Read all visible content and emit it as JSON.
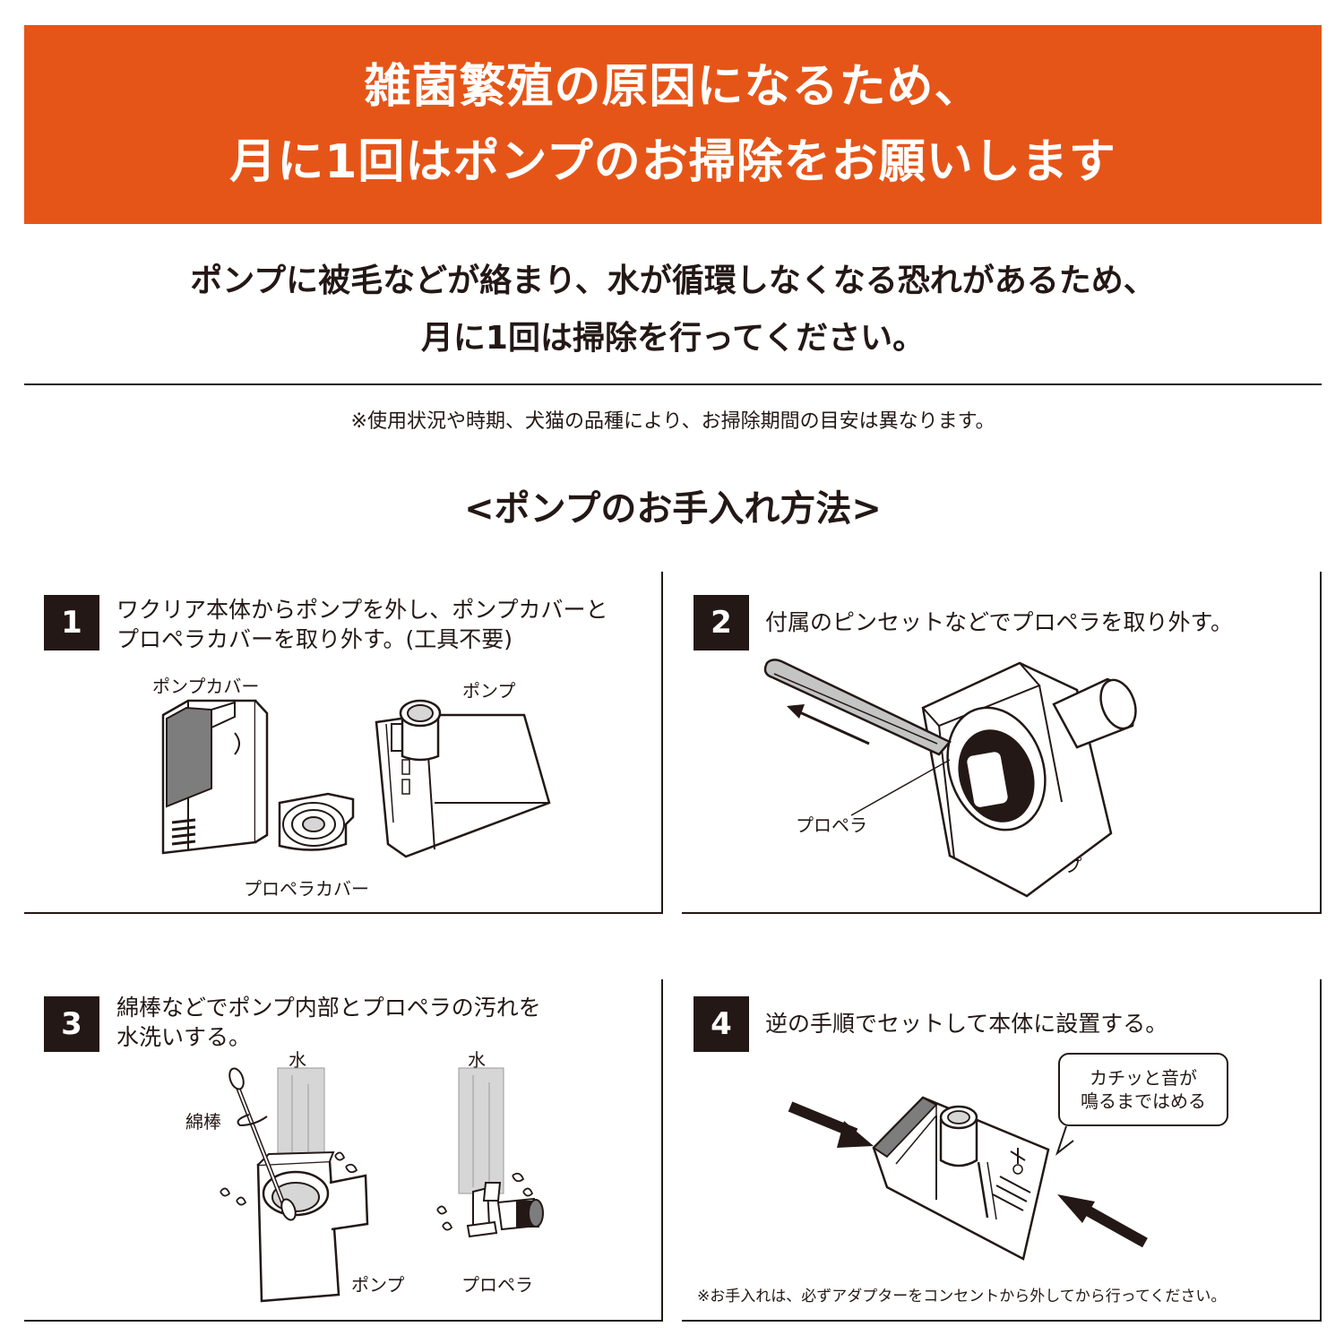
{
  "banner": {
    "line1": "雑菌繁殖の原因になるため、",
    "line2": "月に1回はポンプのお掃除をお願いします"
  },
  "lead": {
    "line1": "ポンプに被毛などが絡まり、水が循環しなくなる恐れがあるため、",
    "line2": "月に1回は掃除を行ってください。"
  },
  "note": "※使用状況や時期、犬猫の品種により、お掃除期間の目安は異なります。",
  "section_title": "<ポンプのお手入れ方法>",
  "steps": [
    {
      "number": "1",
      "text_line1": "ワクリア本体からポンプを外し、ポンプカバーと",
      "text_line2": "プロペラカバーを取り外す。(工具不要)",
      "labels": {
        "pump_cover": "ポンプカバー",
        "pump": "ポンプ",
        "propeller_cover": "プロペラカバー"
      }
    },
    {
      "number": "2",
      "text_line1": "付属のピンセットなどでプロペラを取り外す。",
      "labels": {
        "propeller": "プロペラ",
        "pump": "ポンプ"
      }
    },
    {
      "number": "3",
      "text_line1": "綿棒などでポンプ内部とプロペラの汚れを",
      "text_line2": "水洗いする。",
      "labels": {
        "water_1": "水",
        "water_2": "水",
        "cotton_swab": "綿棒",
        "pump": "ポンプ",
        "propeller": "プロペラ"
      }
    },
    {
      "number": "4",
      "text_line1": "逆の手順でセットして本体に設置する。",
      "bubble_line1": "カチッと音が",
      "bubble_line2": "鳴るまではめる",
      "bottom_note": "※お手入れは、必ずアダプターをコンセントから外してから行ってください。"
    }
  ],
  "colors": {
    "accent": "#e65518",
    "ink": "#231815",
    "gray": "#7d7d7d",
    "water": "#d6d6d6"
  }
}
